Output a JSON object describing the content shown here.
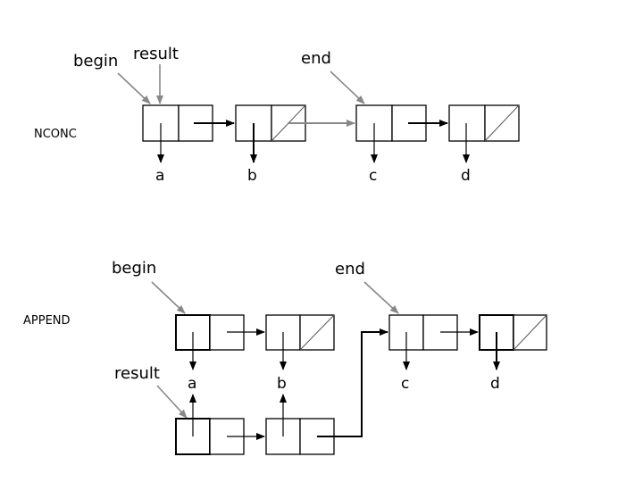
{
  "nconc": {
    "section_label": "NCONC",
    "pointers": {
      "begin": "begin",
      "result": "result",
      "end": "end"
    },
    "values": [
      "a",
      "b",
      "c",
      "d"
    ]
  },
  "append": {
    "section_label": "APPEND",
    "pointers": {
      "begin": "begin",
      "result": "result",
      "end": "end"
    },
    "values": [
      "a",
      "b",
      "c",
      "d"
    ]
  }
}
